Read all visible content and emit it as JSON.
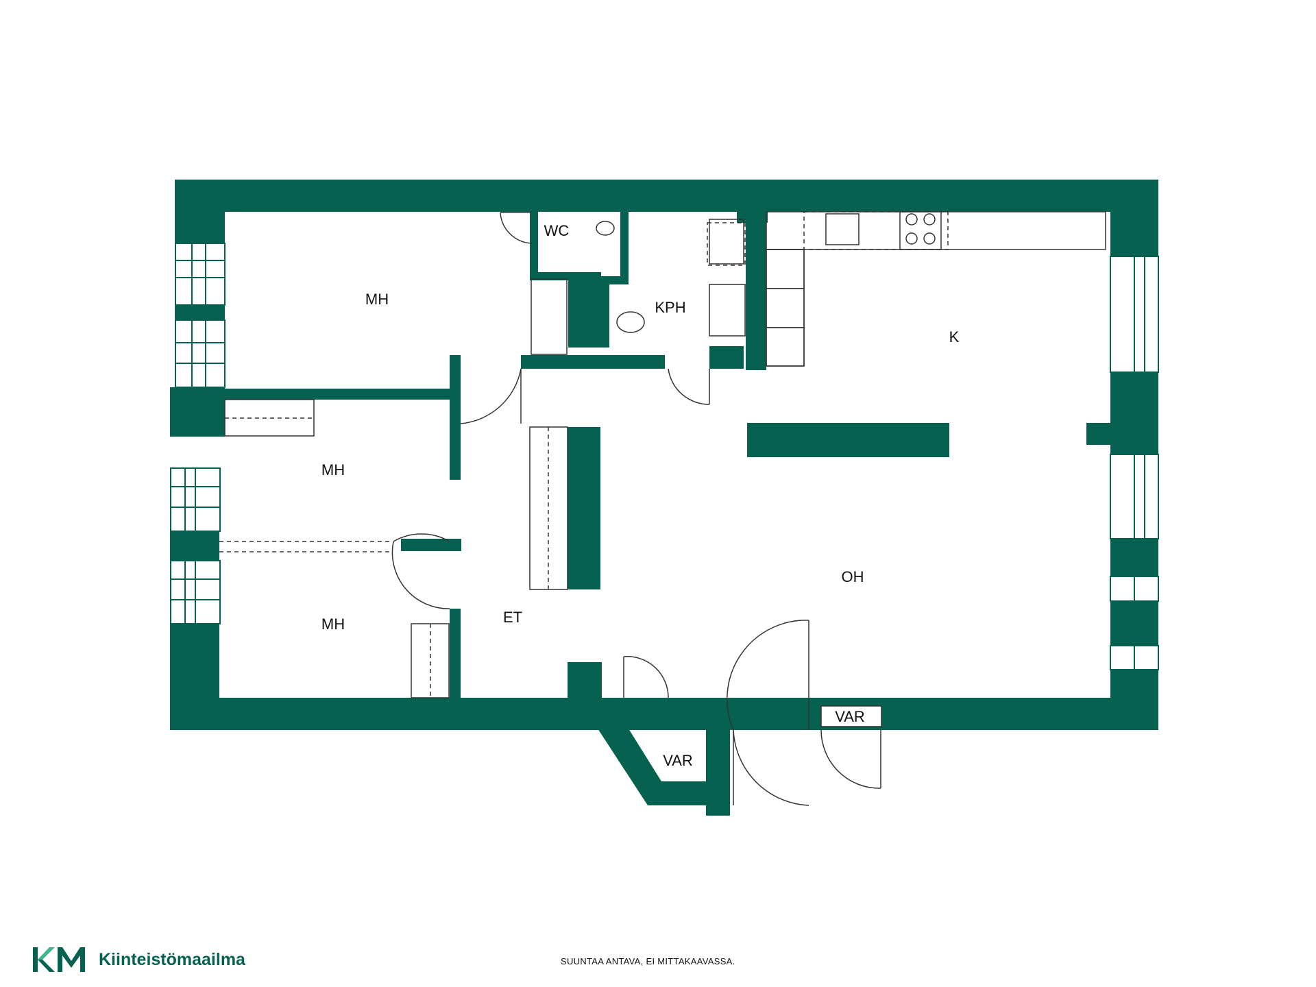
{
  "colors": {
    "wall": "#066150",
    "logo_light": "#3fb68a",
    "line": "#222222"
  },
  "rooms": {
    "mh1": "MH",
    "mh2": "MH",
    "mh3": "MH",
    "wc": "WC",
    "kph": "KPH",
    "k": "K",
    "et": "ET",
    "oh": "OH",
    "var1": "VAR",
    "var2": "VAR"
  },
  "footer": {
    "brand": "Kiinteistömaailma",
    "logo_icon": "km-logo-icon",
    "disclaimer": "SUUNTAA ANTAVA, EI MITTAKAAVASSA."
  }
}
